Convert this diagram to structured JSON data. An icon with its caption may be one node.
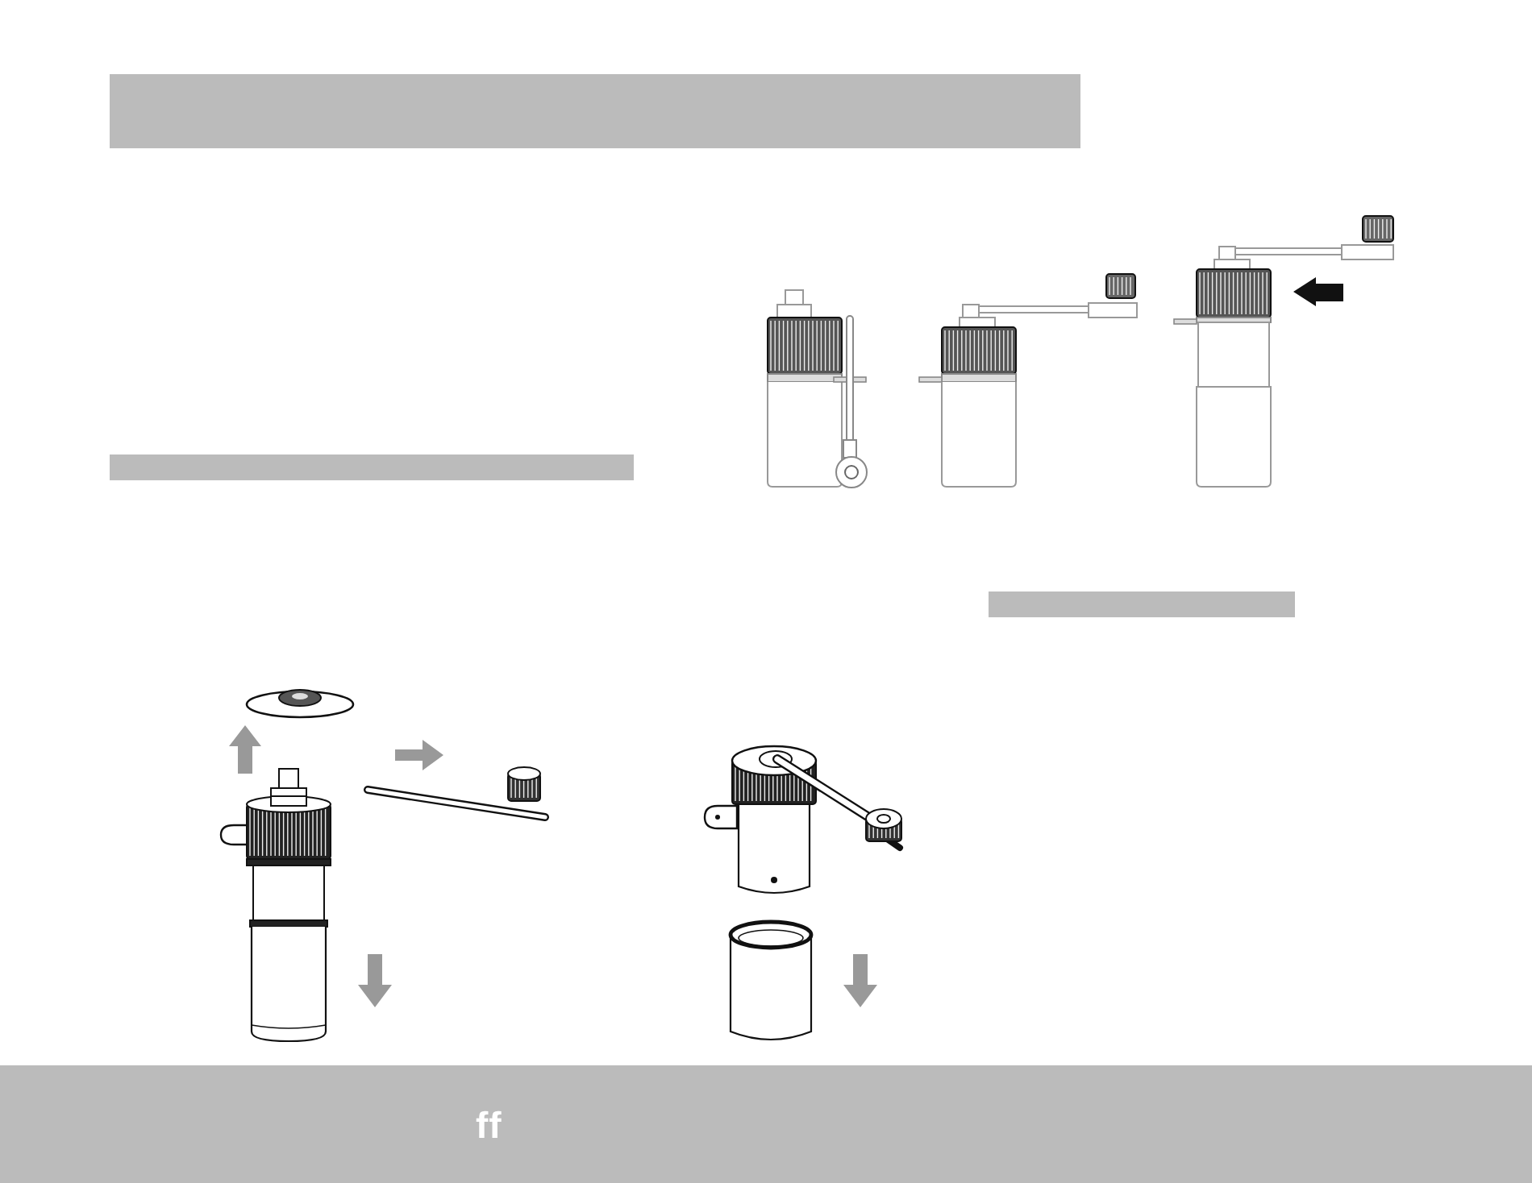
{
  "diagram": {
    "nodes": [
      {
        "text": [],
        "shape": "bar"
      },
      {
        "text": [],
        "shape": "bar"
      },
      {
        "text": [],
        "shape": "bar"
      },
      {
        "text": [
          "ff"
        ]
      }
    ]
  }
}
